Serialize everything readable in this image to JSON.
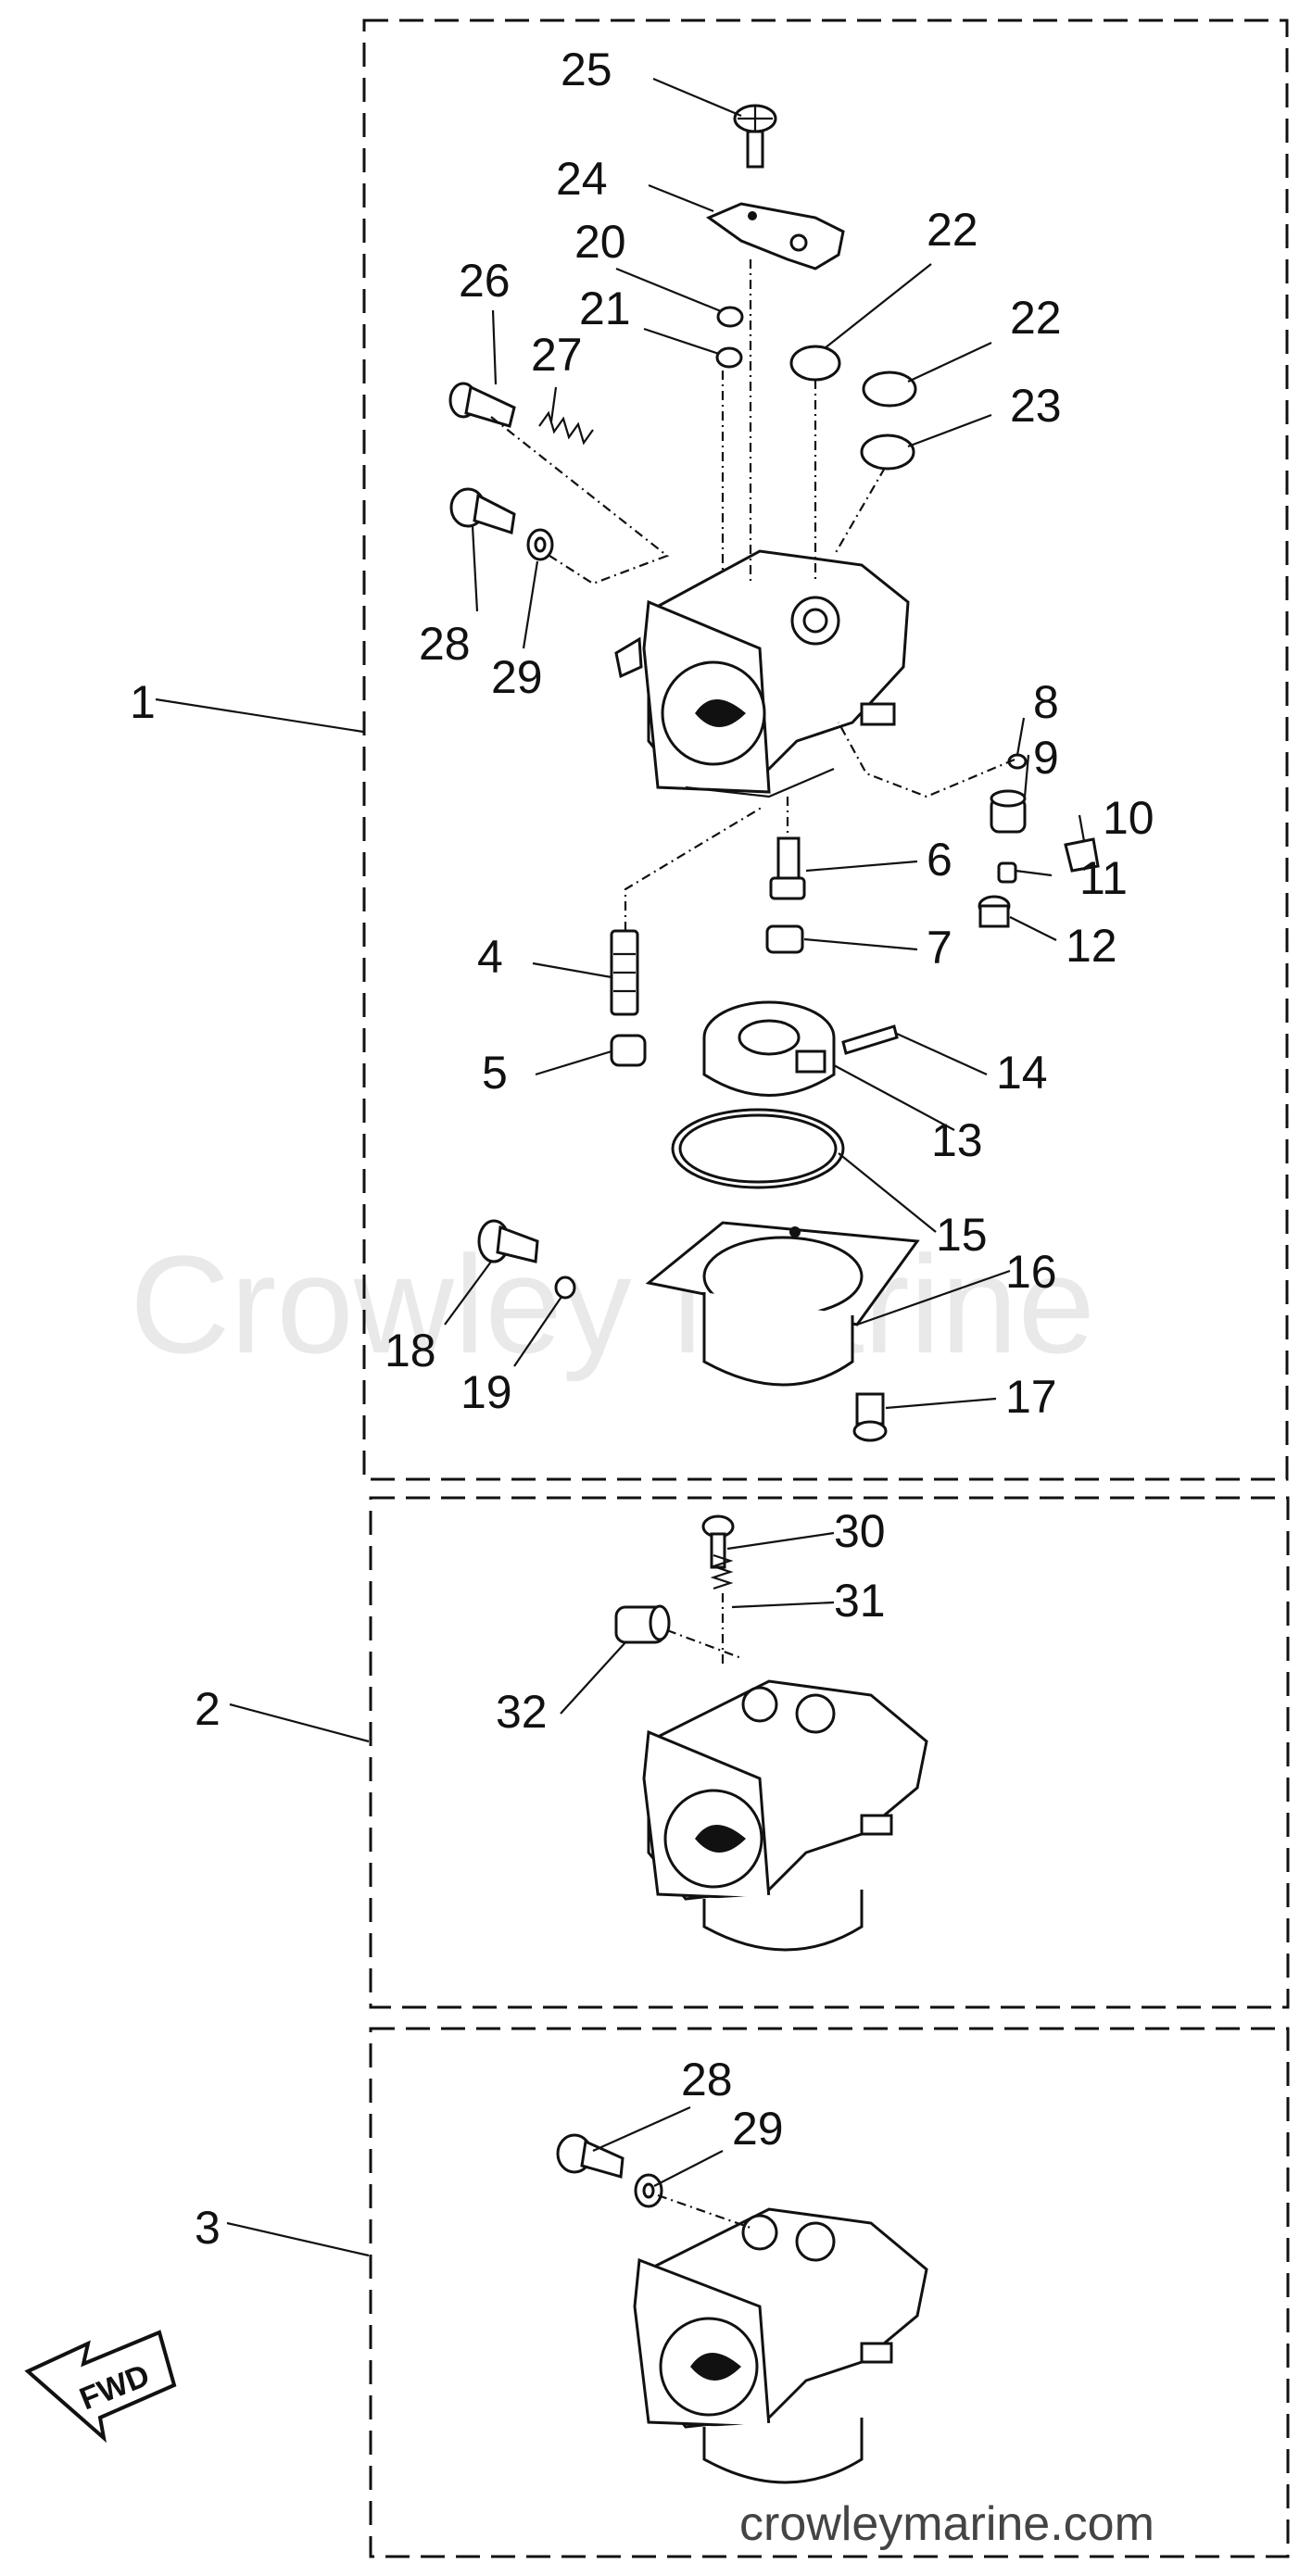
{
  "watermark": "Crowley Marine",
  "footer_url": "crowleymarine.com",
  "fwd_label": "FWD",
  "callouts": {
    "c1": "1",
    "c2": "2",
    "c3": "3",
    "c4": "4",
    "c5": "5",
    "c6": "6",
    "c7": "7",
    "c8": "8",
    "c9": "9",
    "c10": "10",
    "c11": "11",
    "c12": "12",
    "c13": "13",
    "c14": "14",
    "c15": "15",
    "c16": "16",
    "c17": "17",
    "c18": "18",
    "c19": "19",
    "c20": "20",
    "c21": "21",
    "c22a": "22",
    "c22b": "22",
    "c23": "23",
    "c24": "24",
    "c25": "25",
    "c26": "26",
    "c27": "27",
    "c28a": "28",
    "c29a": "29",
    "c30": "30",
    "c31": "31",
    "c32": "32",
    "c28b": "28",
    "c29b": "29"
  }
}
